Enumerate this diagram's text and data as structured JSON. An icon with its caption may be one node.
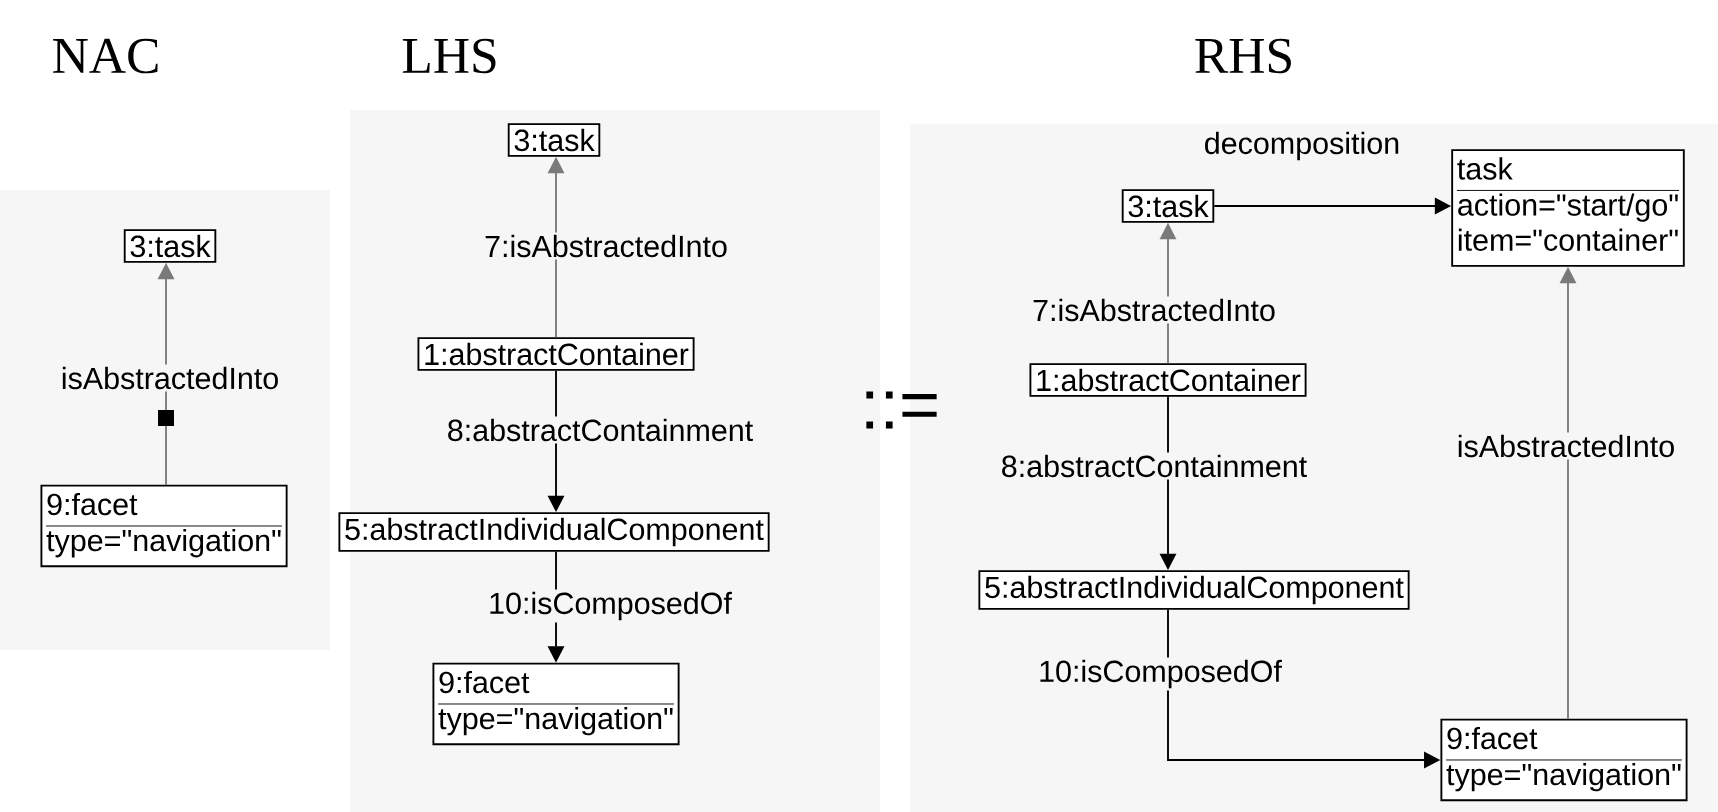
{
  "diagram": {
    "nodes": [
      {
        "text": [
          "3:task"
        ]
      },
      {
        "text": [
          "9:facet",
          "type=\"navigation\""
        ]
      },
      {
        "text": [
          "3:task"
        ]
      },
      {
        "text": [
          "1:abstractContainer"
        ]
      },
      {
        "text": [
          "5:abstractIndividualComponent"
        ]
      },
      {
        "text": [
          "9:facet",
          "type=\"navigation\""
        ]
      },
      {
        "text": [
          "3:task"
        ]
      },
      {
        "text": [
          "task",
          "action=\"start/go\"",
          "item=\"container\""
        ]
      },
      {
        "text": [
          "1:abstractContainer"
        ]
      },
      {
        "text": [
          "5:abstractIndividualComponent"
        ]
      },
      {
        "text": [
          "9:facet",
          "type=\"navigation\""
        ]
      }
    ],
    "edges": [
      {
        "from": 1,
        "to": 0,
        "arrow": "to",
        "label": "isAbstractedInto",
        "color": "#7a7a7a"
      },
      {
        "from": 3,
        "to": 2,
        "arrow": "to",
        "label": "7:isAbstractedInto",
        "color": "#7a7a7a"
      },
      {
        "from": 3,
        "to": 4,
        "arrow": "to",
        "label": "8:abstractContainment"
      },
      {
        "from": 4,
        "to": 5,
        "arrow": "to",
        "label": "10:isComposedOf"
      },
      {
        "from": 6,
        "to": 7,
        "arrow": "to",
        "label": "decomposition"
      },
      {
        "from": 8,
        "to": 6,
        "arrow": "to",
        "label": "7:isAbstractedInto",
        "color": "#7a7a7a"
      },
      {
        "from": 8,
        "to": 9,
        "arrow": "to",
        "label": "8:abstractContainment"
      },
      {
        "from": 9,
        "to": 10,
        "arrow": "to",
        "label": "10:isComposedOf"
      },
      {
        "from": 10,
        "to": 7,
        "arrow": "to",
        "label": "isAbstractedInto",
        "color": "#7a7a7a"
      }
    ],
    "labels": [
      "NAC",
      "LHS",
      "RHS",
      "::="
    ]
  }
}
